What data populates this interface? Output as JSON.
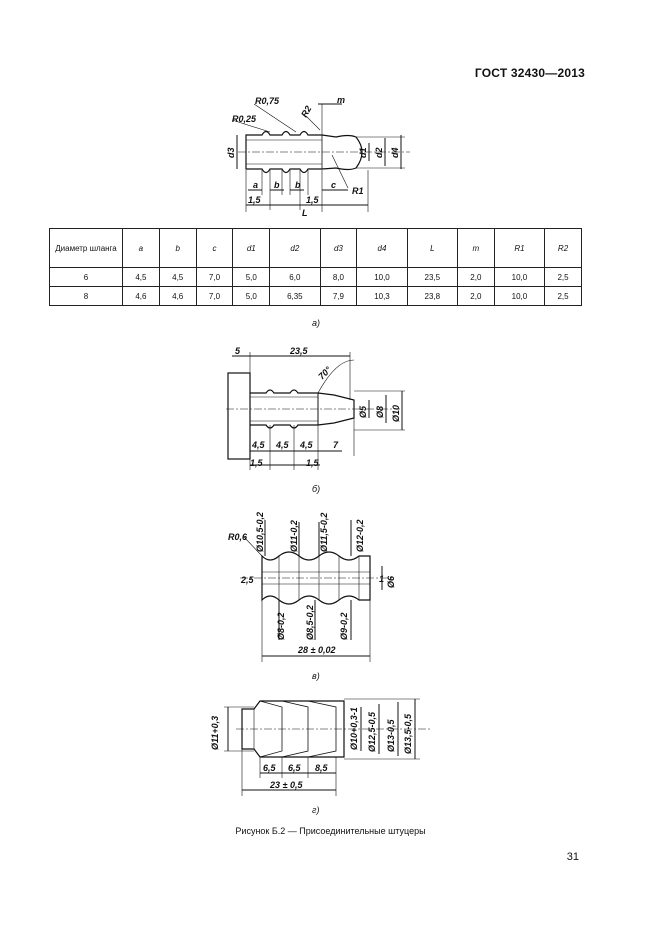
{
  "header": {
    "doc_number": "ГОСТ 32430—2013"
  },
  "table": {
    "headers": [
      "Диаметр шланга",
      "a",
      "b",
      "c",
      "d1",
      "d2",
      "d3",
      "d4",
      "L",
      "m",
      "R1",
      "R2"
    ],
    "rows": [
      [
        "6",
        "4,5",
        "4,5",
        "7,0",
        "5,0",
        "6,0",
        "8,0",
        "10,0",
        "23,5",
        "2,0",
        "10,0",
        "2,5"
      ],
      [
        "8",
        "4,6",
        "4,6",
        "7,0",
        "5,0",
        "6,35",
        "7,9",
        "10,3",
        "23,8",
        "2,0",
        "10,0",
        "2,5"
      ]
    ]
  },
  "figures": {
    "a": {
      "label": "а)",
      "dims": {
        "r075": "R0,75",
        "r025": "R0,25",
        "m": "m",
        "r2": "R2",
        "d3": "d3",
        "d1": "d1",
        "d2": "d2",
        "d4": "d4",
        "a": "a",
        "b1": "b",
        "b2": "b",
        "c": "c",
        "r1": "R1",
        "p1": "1,5",
        "p2": "1,5",
        "L": "L"
      }
    },
    "b": {
      "label": "б)",
      "dims": {
        "five": "5",
        "len": "23,5",
        "angle": "70°",
        "d5": "Ø5",
        "d8": "Ø8",
        "d10": "Ø10",
        "s1": "4,5",
        "s2": "4,5",
        "s3": "4,5",
        "s4": "7",
        "p1": "1,5",
        "p2": "1,5"
      }
    },
    "c": {
      "label": "в)",
      "dims": {
        "r": "R0,6",
        "d105": "Ø10,5-0,2",
        "d11": "Ø11-0,2",
        "d115": "Ø11,5-0,2",
        "d12": "Ø12-0,2",
        "d6": "Ø6",
        "left": "2,5",
        "right": "1",
        "d8a": "Ø8-0,2",
        "d85": "Ø8,5-0,2",
        "d9": "Ø9-0,2",
        "len": "28 ± 0,02"
      }
    },
    "d": {
      "label": "г)",
      "dims": {
        "d11": "Ø11+0,3",
        "d10": "Ø10+0,3-1",
        "d125": "Ø12,5-0,5",
        "d13": "Ø13-0,5",
        "d135": "Ø13,5-0,5",
        "s1": "6,5",
        "s2": "6,5",
        "s3": "8,5",
        "len": "23 ± 0,5"
      }
    }
  },
  "caption": "Рисунок Б.2 — Присоединительные штуцеры",
  "page_number": "31"
}
